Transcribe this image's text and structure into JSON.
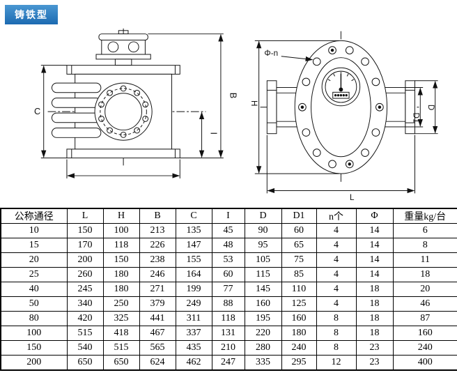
{
  "badge": {
    "label": "铸铁型"
  },
  "drawings": {
    "front_view": {
      "dim_c": "C",
      "dim_b": "B",
      "dim_i": "I"
    },
    "side_view": {
      "bolt_spec": "Φ-n",
      "dim_h": "H",
      "dim_d": "D",
      "dim_d1": "D1",
      "dim_l": "L"
    }
  },
  "table": {
    "headers": [
      "公称通径",
      "L",
      "H",
      "B",
      "C",
      "I",
      "D",
      "D1",
      "n个",
      "Φ",
      "重量kg/台"
    ],
    "rows": [
      [
        "10",
        "150",
        "100",
        "213",
        "135",
        "45",
        "90",
        "60",
        "4",
        "14",
        "6"
      ],
      [
        "15",
        "170",
        "118",
        "226",
        "147",
        "48",
        "95",
        "65",
        "4",
        "14",
        "8"
      ],
      [
        "20",
        "200",
        "150",
        "238",
        "155",
        "53",
        "105",
        "75",
        "4",
        "14",
        "11"
      ],
      [
        "25",
        "260",
        "180",
        "246",
        "164",
        "60",
        "115",
        "85",
        "4",
        "14",
        "18"
      ],
      [
        "40",
        "245",
        "180",
        "271",
        "199",
        "77",
        "145",
        "110",
        "4",
        "18",
        "20"
      ],
      [
        "50",
        "340",
        "250",
        "379",
        "249",
        "88",
        "160",
        "125",
        "4",
        "18",
        "46"
      ],
      [
        "80",
        "420",
        "325",
        "441",
        "311",
        "118",
        "195",
        "160",
        "8",
        "18",
        "87"
      ],
      [
        "100",
        "515",
        "418",
        "467",
        "337",
        "131",
        "220",
        "180",
        "8",
        "18",
        "160"
      ],
      [
        "150",
        "540",
        "515",
        "565",
        "435",
        "210",
        "280",
        "240",
        "8",
        "23",
        "240"
      ],
      [
        "200",
        "650",
        "650",
        "624",
        "462",
        "247",
        "335",
        "295",
        "12",
        "23",
        "400"
      ]
    ]
  }
}
